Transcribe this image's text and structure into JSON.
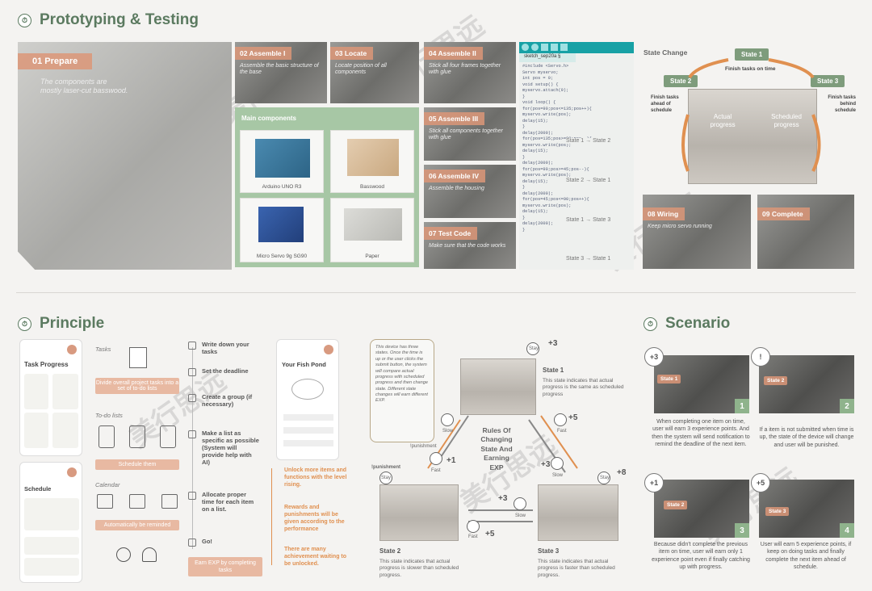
{
  "sections": {
    "prototyping": "Prototyping & Testing",
    "principle": "Principle",
    "scenario": "Scenario"
  },
  "prepare": {
    "tag": "01  Prepare",
    "desc": "The components are mostly laser-cut basswood."
  },
  "steps": [
    {
      "tag": "02  Assemble I",
      "desc": "Assemble the basic structure of the base"
    },
    {
      "tag": "03  Locate",
      "desc": "Locate position of all components"
    },
    {
      "tag": "04  Assemble II",
      "desc": "Stick all four frames together with glue"
    },
    {
      "tag": "05  Assemble III",
      "desc": "Stick all components together with glue"
    },
    {
      "tag": "06  Assemble IV",
      "desc": "Assemble the housing"
    },
    {
      "tag": "07  Test Code",
      "desc": "Make sure that the code works"
    },
    {
      "tag": "08  Wiring",
      "desc": "Keep micro servo running"
    },
    {
      "tag": "09  Complete",
      "desc": ""
    }
  ],
  "components": {
    "title": "Main components",
    "items": [
      "Arduino UNO R3",
      "Basswood",
      "Micro Servo 9g SG90",
      "Paper"
    ]
  },
  "code": {
    "tab": "sketch_sep20a §",
    "lines": [
      "#include <Servo.h>",
      "Servo myservo;",
      "int pos = 0;",
      "",
      "void setup() {",
      "  myservo.attach(9);",
      "}",
      "",
      "void loop() {",
      "  for(pos=90;pos<=135;pos++){",
      "    myservo.write(pos);",
      "    delay(15);",
      "  }",
      "  delay(2000);",
      "",
      "  for(pos=135;pos>=90;pos--){",
      "    myservo.write(pos);",
      "    delay(15);",
      "  }",
      "  delay(2000);",
      "",
      "  for(pos=90;pos>=45;pos--){",
      "    myservo.write(pos);",
      "    delay(15);",
      "  }",
      "  delay(2000);",
      "",
      "  for(pos=45;pos<=90;pos++){",
      "    myservo.write(pos);",
      "    delay(15);",
      "  }",
      "  delay(2000);",
      "}"
    ],
    "transitions": [
      "State 1  →  State 2",
      "State 2  →  State 1",
      "State 1  →  State 3",
      "State 3  →  State 1"
    ]
  },
  "state_change": {
    "title": "State Change",
    "state1": "State 1",
    "state2": "State 2",
    "state3": "State 3",
    "on_time": "Finish tasks on time",
    "ahead": "Finish tasks ahead of schedule",
    "behind": "Finish tasks behind schedule",
    "actual": "Actual progress",
    "scheduled": "Scheduled progress"
  },
  "principle": {
    "app1_title": "Task Progress",
    "app2_title": "Schedule",
    "app3_title": "Your Fish Pond",
    "tasks_lbl": "Tasks",
    "todo_lbl": "To-do lists",
    "calendar_lbl": "Calendar",
    "pill1": "Divide overall project tasks into a set of to-do lists",
    "pill2": "Schedule them",
    "pill3": "Automatically be reminded",
    "pill4": "Earn EXP by completing tasks",
    "steps": [
      "Write down your tasks",
      "Set the deadline",
      "Create a group (if necessary)",
      "Make a list as specific as possible (System will provide help with AI)",
      "Allocate proper time for each item on a list.",
      "Go!"
    ],
    "rewards": [
      "Unlock more items and functions with the level rising.",
      "Rewards and punishments will be given according to the performance",
      "There are many achievement waiting to be unlocked."
    ]
  },
  "rules": {
    "note": "This device has three states. Once the time is up or the user clicks the submit button, the system will compare actual progress with scheduled progress and then change state. Different state changes will earn different EXP.",
    "center": "Rules Of Changing State And Earning EXP",
    "state1_title": "State 1",
    "state1_desc": "This state indicates that actual progress is the same as scheduled progress",
    "state2_title": "State 2",
    "state2_desc": "This state indicates that actual progress is slower than scheduled progress.",
    "state3_title": "State 3",
    "state3_desc": "This state indicates that actual progress is faster than scheduled progress.",
    "exp": [
      "+3",
      "+5",
      "+1",
      "+3",
      "+8",
      "+3",
      "+5"
    ],
    "labels": [
      "Stay",
      "Slow",
      "Fast",
      "Stay",
      "Slow",
      "Stay",
      "Fast",
      "Slow",
      "Fast"
    ],
    "punishment": "!punishment",
    "punishment2": "!punishment"
  },
  "scenario": [
    {
      "badge": "+3",
      "num": "1",
      "chip": "State 1",
      "text": "When completing one item on time, user will earn 3 experience points. And then the system will send notification to remind the deadline of the next item."
    },
    {
      "badge": "!",
      "num": "2",
      "chip": "State 2",
      "text": "If a item is not submitted when time is up, the state of the device will change and user will be punished."
    },
    {
      "badge": "+1",
      "num": "3",
      "chip": "State 2",
      "text": "Because didn't complete the previous item on time, user will earn only 1 experience point even if finally catching up with progress."
    },
    {
      "badge": "+5",
      "num": "4",
      "chip": "State 3",
      "text": "User will earn 5 experience points, if keep on doing tasks and finally complete the next item ahead of schedule."
    }
  ],
  "watermark": "美行思远",
  "colors": {
    "green": "#5b7a60",
    "orange": "#e09050",
    "salmon": "#dc9678"
  }
}
